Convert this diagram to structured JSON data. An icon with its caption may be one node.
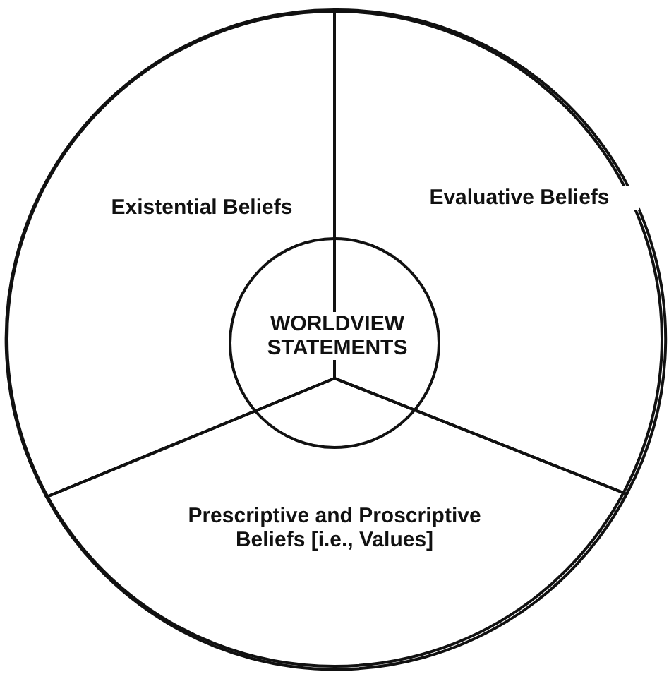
{
  "diagram": {
    "nodes": [
      {
        "text": [],
        "shape": "circle"
      },
      {
        "text": [
          "Existential Beliefs"
        ],
        "in": 0
      },
      {
        "text": [
          "Evaluative Beliefs"
        ],
        "in": 0
      },
      {
        "text": [
          "WORLDVIEW STATEMENTS"
        ],
        "in": 0
      },
      {
        "text": [
          "Prescriptive and Proscriptive Beliefs [i.e., Values]"
        ],
        "in": 0
      }
    ]
  }
}
